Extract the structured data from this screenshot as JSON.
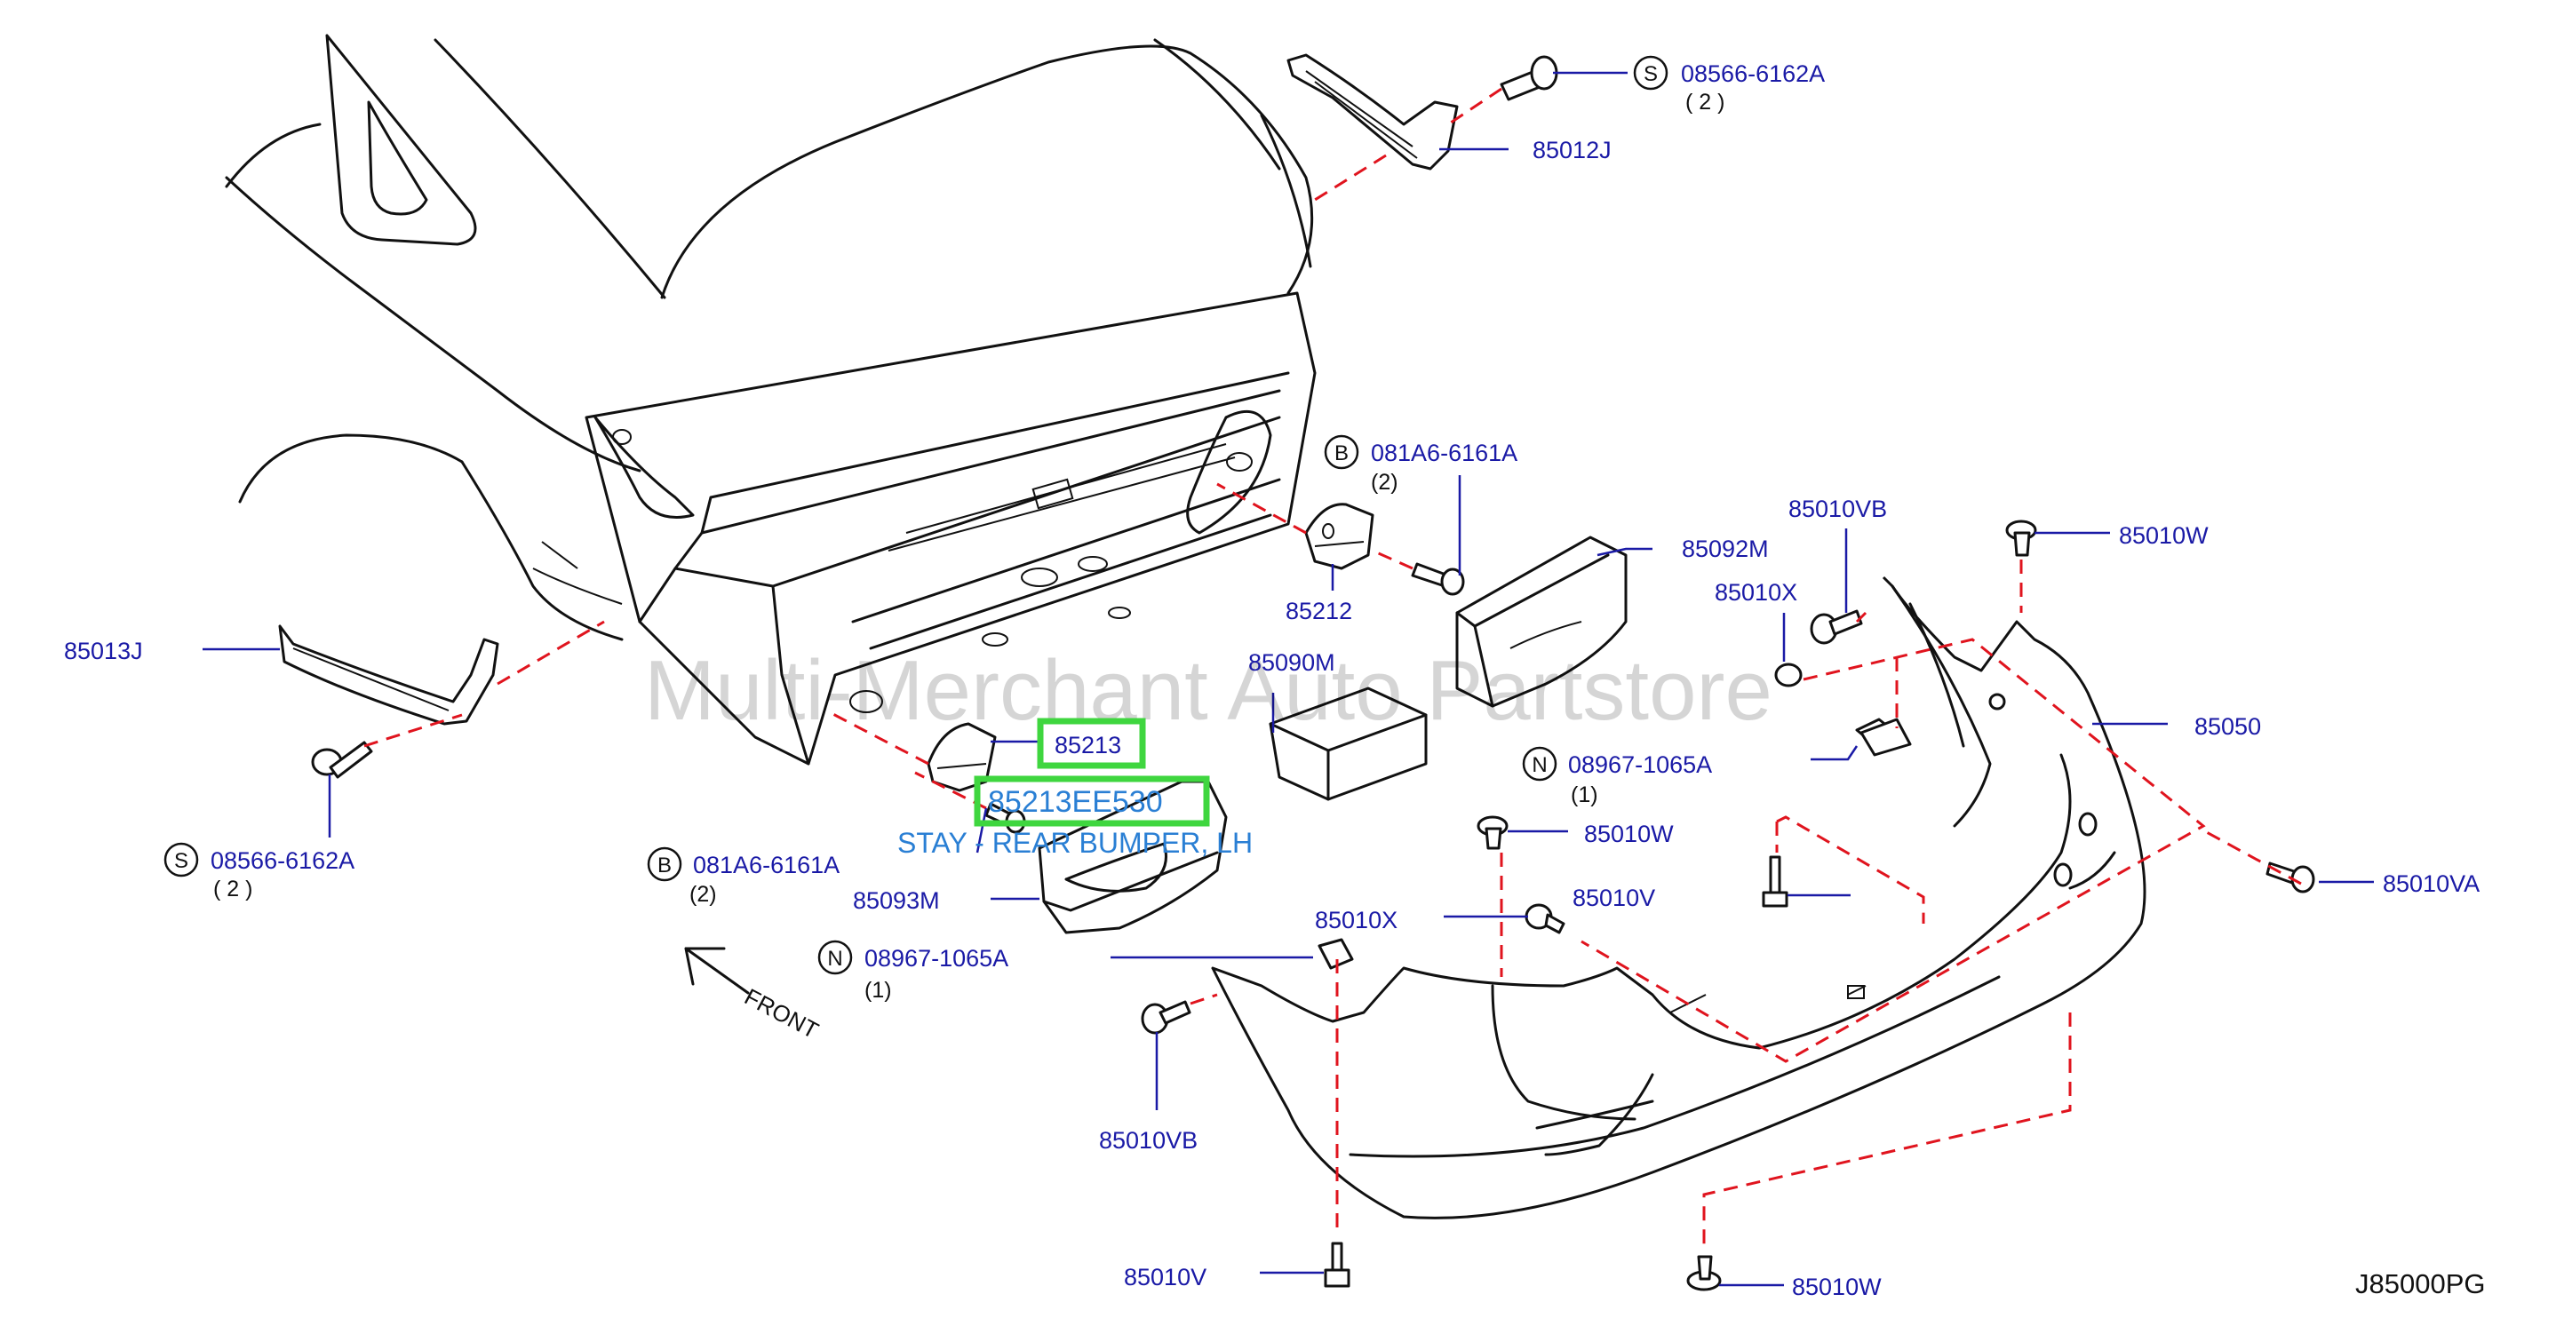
{
  "watermark": "Multi-Merchant Auto Partstore",
  "diagram_code": "J85000PG",
  "front_label": "FRONT",
  "highlight": {
    "part_number": "85213",
    "full_part_number": "85213EE530",
    "description": "STAY - REAR BUMPER, LH"
  },
  "labels": {
    "s_08566_top": "08566-6162A",
    "s_08566_top_qty": "( 2 )",
    "s_08566_left": "08566-6162A",
    "s_08566_left_qty": "( 2 )",
    "p_85012j": "85012J",
    "p_85013j": "85013J",
    "b_081a6_top": "081A6-6161A",
    "b_081a6_top_qty": "(2)",
    "b_081a6_left": "081A6-6161A",
    "b_081a6_left_qty": "(2)",
    "p_85212": "85212",
    "p_85092m": "85092M",
    "p_85090m": "85090M",
    "p_85093m": "85093M",
    "p_85010vb_top": "85010VB",
    "p_85010vb_bottom": "85010VB",
    "p_85010w_top": "85010W",
    "p_85010w_mid": "85010W",
    "p_85010w_bottom": "85010W",
    "p_85010x_top": "85010X",
    "p_85010x_mid": "85010X",
    "p_85050": "85050",
    "n_08967_right": "08967-1065A",
    "n_08967_right_qty": "(1)",
    "n_08967_left": "08967-1065A",
    "n_08967_left_qty": "(1)",
    "p_85010v_mid": "85010V",
    "p_85010v_bottom": "85010V",
    "p_85010va": "85010VA"
  },
  "markers": {
    "screw": "S",
    "bolt": "B",
    "nut": "N"
  },
  "colors": {
    "label_blue": "#1a1aa6",
    "leader_dash_red": "#e0141e",
    "highlight_green": "#3fd63f",
    "highlight_text_blue": "#2a7fd4"
  }
}
